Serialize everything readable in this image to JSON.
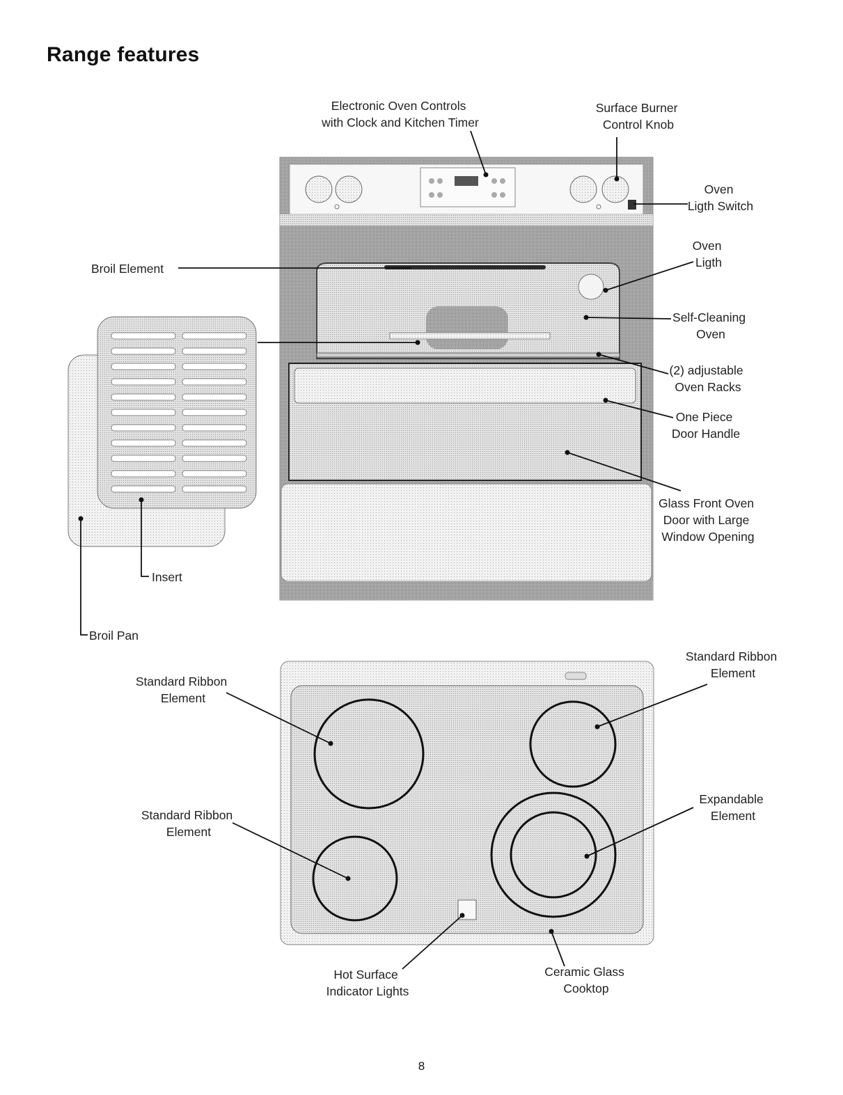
{
  "page": {
    "title": "Range features",
    "page_number": "8"
  },
  "callouts": {
    "electronic_oven_controls": [
      "Electronic Oven Controls",
      "with Clock and Kitchen Timer"
    ],
    "surface_burner_knob": [
      "Surface Burner",
      "Control Knob"
    ],
    "oven_light_switch": [
      "Oven",
      "Ligth Switch"
    ],
    "oven_light": [
      "Oven",
      "Ligth"
    ],
    "broil_element": [
      "Broil Element"
    ],
    "self_cleaning_oven": [
      "Self-Cleaning",
      "Oven"
    ],
    "oven_racks": [
      "(2) adjustable",
      "Oven Racks"
    ],
    "door_handle": [
      "One Piece",
      "Door Handle"
    ],
    "glass_front_door": [
      "Glass Front Oven",
      "Door with Large",
      "Window Opening"
    ],
    "insert": [
      "Insert"
    ],
    "broil_pan": [
      "Broil Pan"
    ],
    "ribbon_top_left": [
      "Standard Ribbon",
      "Element"
    ],
    "ribbon_bottom_left": [
      "Standard Ribbon",
      "Element"
    ],
    "ribbon_top_right": [
      "Standard Ribbon",
      "Element"
    ],
    "expandable_element": [
      "Expandable",
      "Element"
    ],
    "hot_surface_lights": [
      "Hot Surface",
      "Indicator Lights"
    ],
    "ceramic_glass_cooktop": [
      "Ceramic Glass",
      "Cooktop"
    ]
  }
}
